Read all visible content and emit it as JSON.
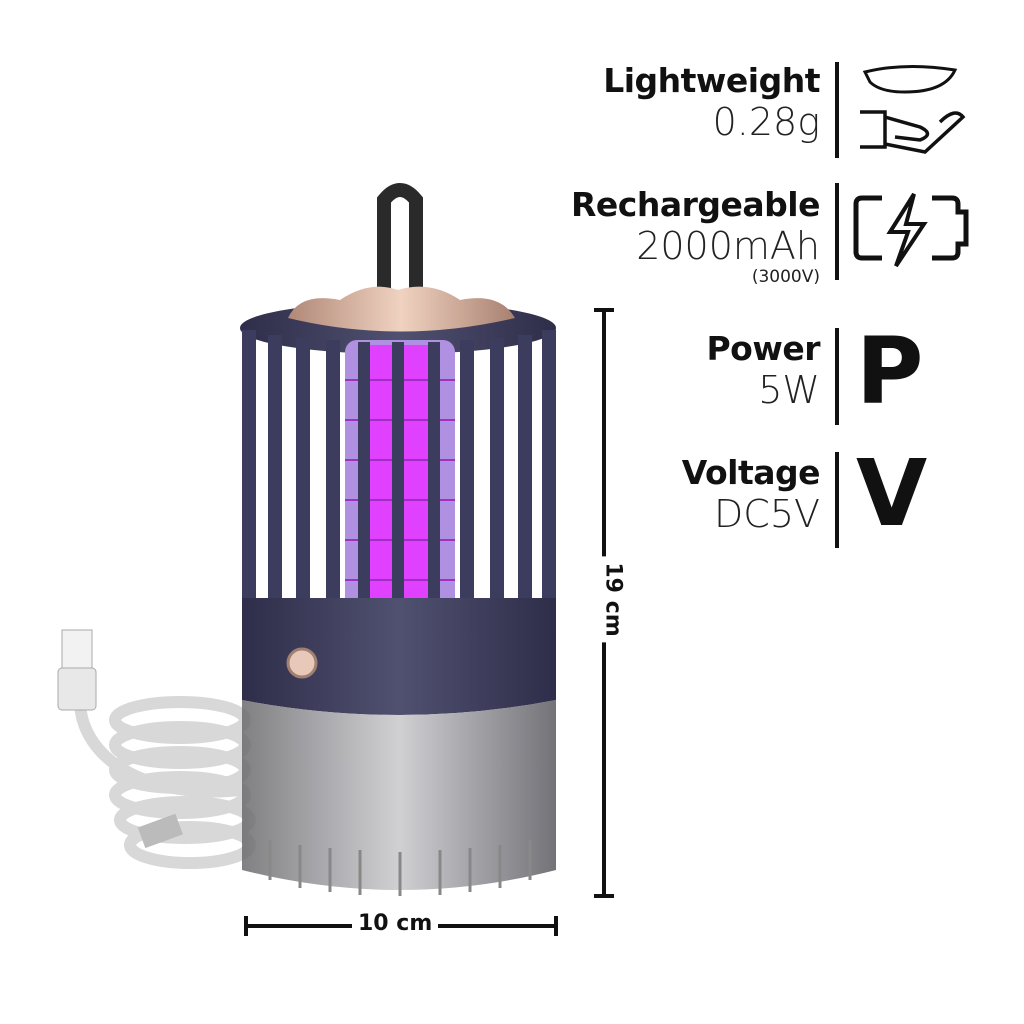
{
  "specs": [
    {
      "title": "Lightweight",
      "value": "0.28g",
      "icon": "feather-hand-icon"
    },
    {
      "title": "Rechargeable",
      "value": "2000mAh",
      "note": "(3000V)",
      "icon": "battery-charging-icon"
    },
    {
      "title": "Power",
      "value": "5W",
      "icon_letter": "P"
    },
    {
      "title": "Voltage",
      "value": "DC5V",
      "icon_letter": "V"
    }
  ],
  "dimensions": {
    "height": "19 cm",
    "width": "10 cm"
  },
  "colors": {
    "body": "#3c3c5e",
    "uv_light": "#d94cff",
    "cap": "#d9b4a0"
  }
}
